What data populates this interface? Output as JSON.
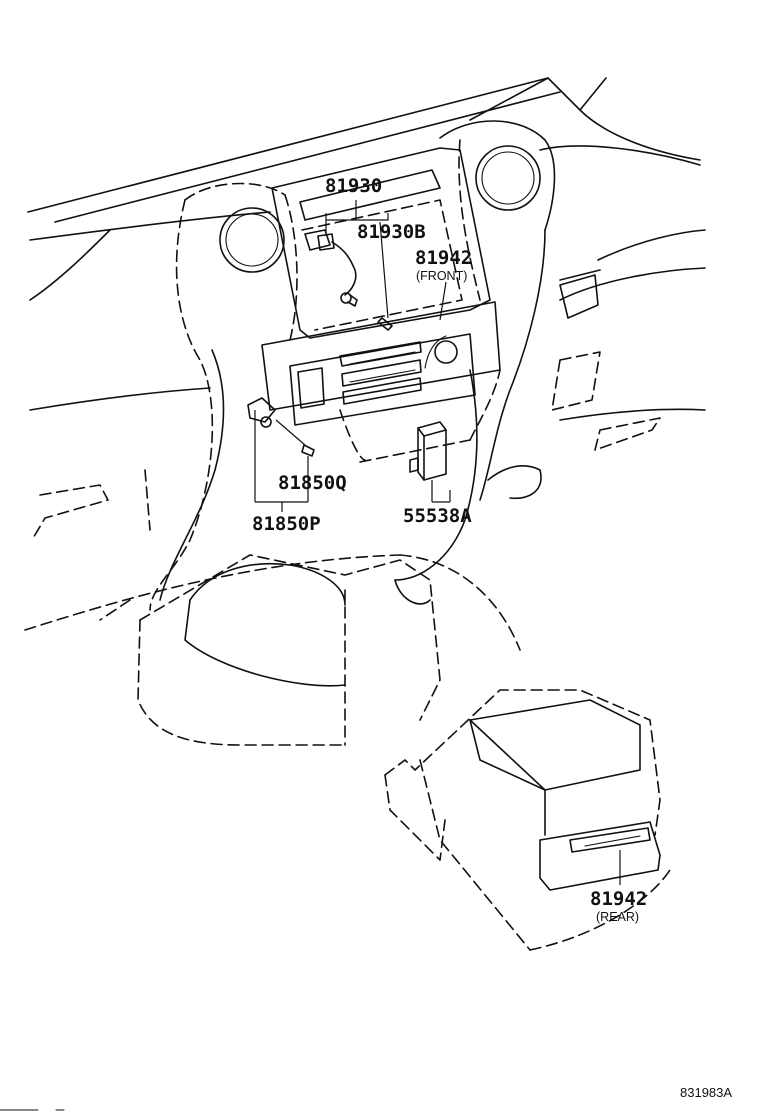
{
  "labels": {
    "p81930": "81930",
    "p81930B": "81930B",
    "p81942_front": "81942",
    "front": "(FRONT)",
    "p81850Q": "81850Q",
    "p81850P": "81850P",
    "p55538A": "55538A",
    "p81942_rear": "81942",
    "rear": "(REAR)"
  },
  "figure_id": "831983A"
}
